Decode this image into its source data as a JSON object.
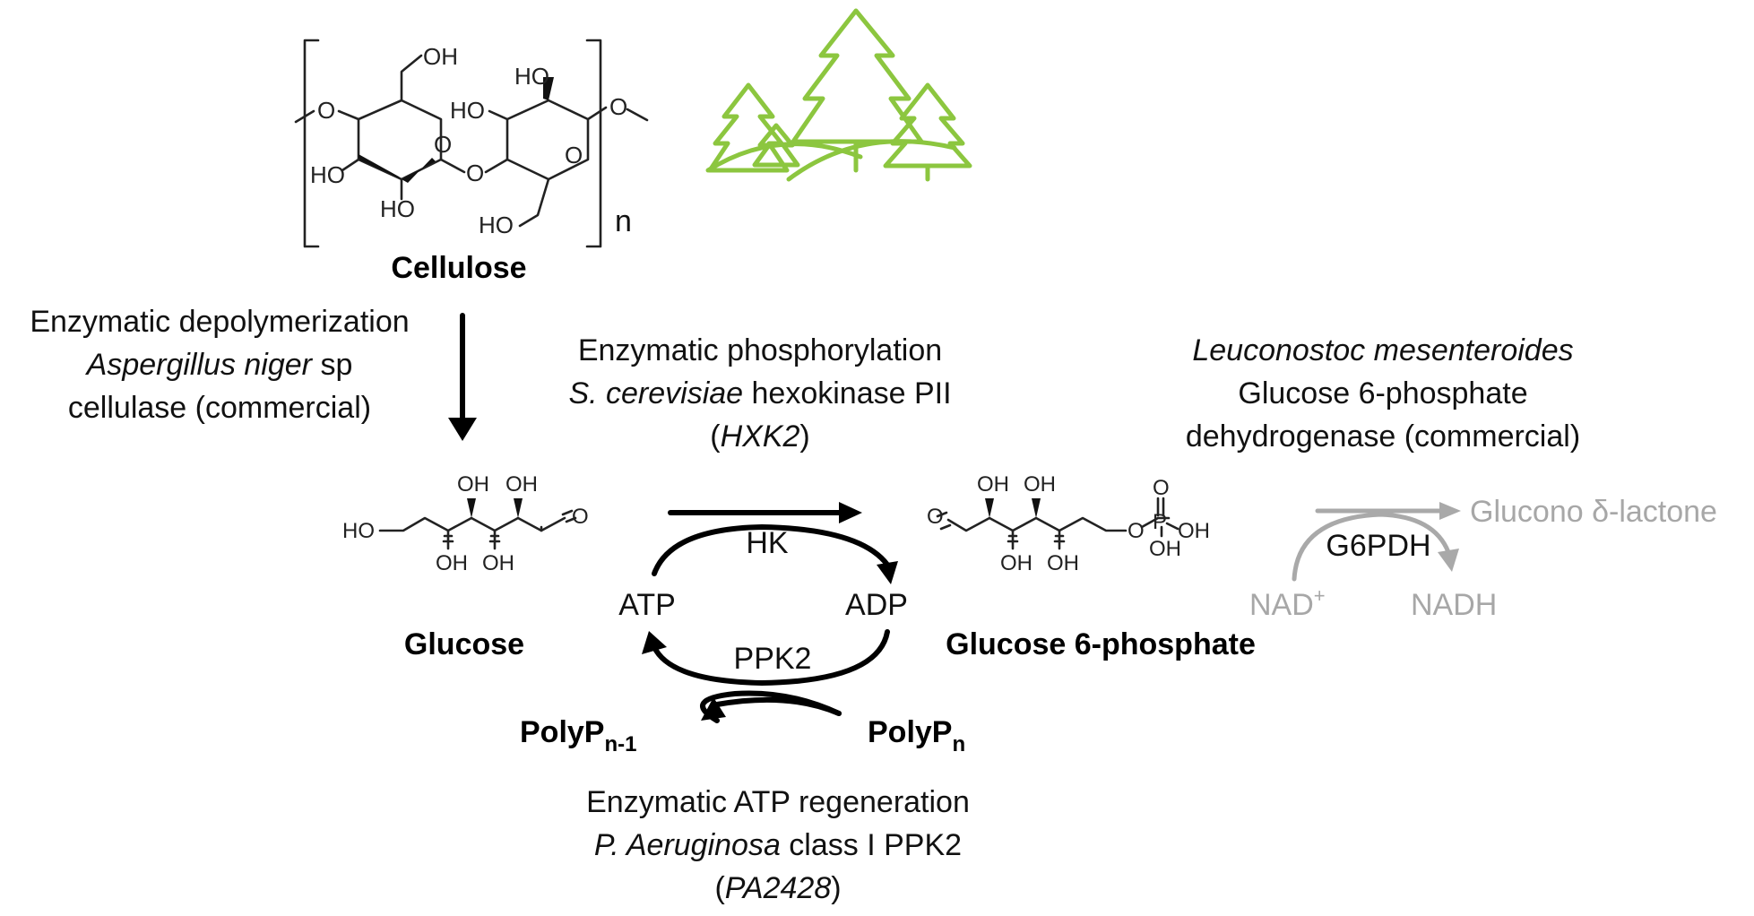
{
  "cellulose": {
    "name": "Cellulose",
    "repeat_subscript": "n",
    "atoms": {
      "oh_top": "OH",
      "ho_top": "HO",
      "ho_mid": "HO",
      "o_left": "O",
      "o_right": "O",
      "o_ring1": "O",
      "o_ring2": "O",
      "o_link": "O",
      "ho_left": "HO",
      "ho_bottom": "HO",
      "ho_bottom2": "HO"
    }
  },
  "step1": {
    "line1": "Enzymatic depolymerization",
    "line2_italic": "Aspergillus niger",
    "line2_rest": " sp",
    "line3": "cellulase (commercial)"
  },
  "step2": {
    "line1": "Enzymatic phosphorylation",
    "line2_italic": "S. cerevisiae",
    "line2_rest": " hexokinase PII",
    "line3_open": "(",
    "line3_italic": "HXK2",
    "line3_close": ")"
  },
  "step3": {
    "line1_italic": "Leuconostoc mesenteroides",
    "line2": "Glucose 6-phosphate",
    "line3": "dehydrogenase (commercial)"
  },
  "step4": {
    "line1": "Enzymatic ATP regeneration",
    "line2_italic": "P. Aeruginosa",
    "line2_rest": " class I PPK2",
    "line3_open": "(",
    "line3_italic": "PA2428",
    "line3_close": ")"
  },
  "glucose": {
    "name": "Glucose",
    "atoms": {
      "oh1": "OH",
      "oh2": "OH",
      "oh3": "OH",
      "oh4": "OH",
      "ho": "HO",
      "o": "O"
    }
  },
  "g6p": {
    "name": "Glucose 6-phosphate",
    "atoms": {
      "oh1": "OH",
      "oh2": "OH",
      "oh3": "OH",
      "oh4": "OH",
      "o_ald": "O",
      "o_ester": "O",
      "p": "P",
      "o_p": "O",
      "oh_p1": "OH",
      "oh_p2": "OH"
    }
  },
  "cycle": {
    "hk": "HK",
    "ppk2": "PPK2",
    "atp": "ATP",
    "adp": "ADP"
  },
  "polyp": {
    "left_main": "PolyP",
    "left_sub": "n-1",
    "right_main": "PolyP",
    "right_sub": "n"
  },
  "g6pdh": {
    "enzyme": "G6PDH",
    "nad": "NAD",
    "nad_sup": "+",
    "nadh": "NADH",
    "product": "Glucono δ-lactone"
  },
  "colors": {
    "tree": "#8cc63f",
    "grey_text": "#a7a7a7",
    "arrow": "#000000"
  }
}
